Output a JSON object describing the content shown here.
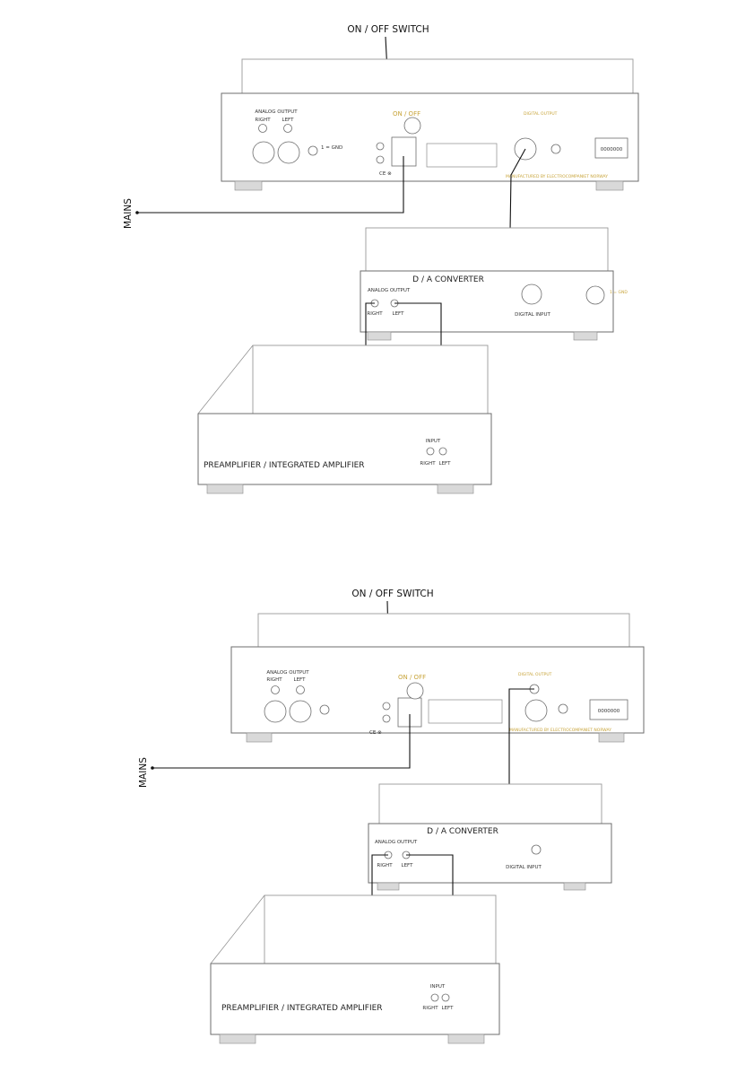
{
  "diagrams": [
    {
      "labels": {
        "switch_callout": "ON / OFF SWITCH",
        "mains": "MAINS",
        "power_unit": {
          "analog_output": "ANALOG OUTPUT",
          "right": "RIGHT",
          "left": "LEFT",
          "on_off": "ON / OFF",
          "digital_output": "DIGITAL OUTPUT",
          "serial": "0000000",
          "manufacturer": "MANUFACTURED BY ELECTROCOMPANIET NORWAY"
        },
        "dac": {
          "title": "D / A CONVERTER",
          "analog_output": "ANALOG OUTPUT",
          "right": "RIGHT",
          "left": "LEFT",
          "digital_input": "DIGITAL INPUT"
        },
        "amp": {
          "title": "PREAMPLIFIER / INTEGRATED AMPLIFIER",
          "input": "INPUT",
          "right": "RIGHT",
          "left": "LEFT"
        },
        "xlr_pins": "1 = GND"
      }
    },
    {
      "labels": {
        "switch_callout": "ON / OFF SWITCH",
        "mains": "MAINS",
        "power_unit": {
          "analog_output": "ANALOG OUTPUT",
          "right": "RIGHT",
          "left": "LEFT",
          "on_off": "ON / OFF",
          "digital_output": "DIGITAL OUTPUT",
          "serial": "0000000",
          "manufacturer": "MANUFACTURED BY ELECTROCOMPANIET NORWAY"
        },
        "dac": {
          "title": "D / A CONVERTER",
          "analog_output": "ANALOG OUTPUT",
          "right": "RIGHT",
          "left": "LEFT",
          "digital_input": "DIGITAL INPUT"
        },
        "amp": {
          "title": "PREAMPLIFIER / INTEGRATED AMPLIFIER",
          "input": "INPUT",
          "right": "RIGHT",
          "left": "LEFT"
        }
      }
    }
  ]
}
